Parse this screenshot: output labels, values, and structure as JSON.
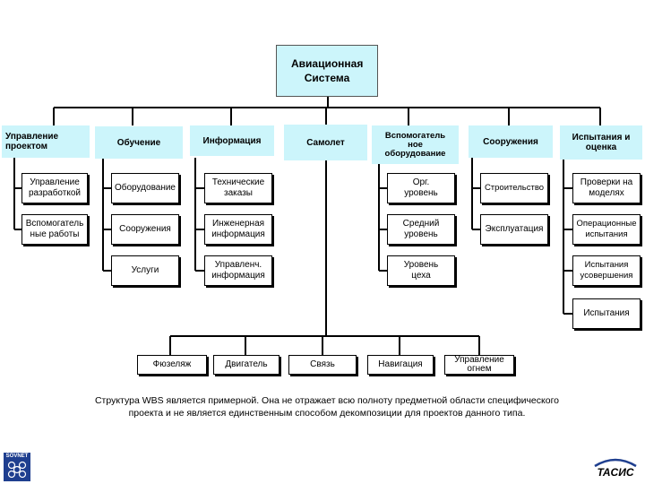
{
  "root": "Авиационная Система",
  "categories": [
    {
      "label": "Управление проектом",
      "children": [
        "Управление разработкой",
        "Вспомогатель ные работы"
      ]
    },
    {
      "label": "Обучение",
      "children": [
        "Оборудование",
        "Сооружения",
        "Услуги"
      ]
    },
    {
      "label": "Информация",
      "children": [
        "Технические заказы",
        "Инженерная информация",
        "Управленч. информация"
      ]
    },
    {
      "label": "Самолет",
      "children": [
        "Фюзеляж",
        "Двигатель",
        "Связь",
        "Навигация",
        "Управление огнем"
      ]
    },
    {
      "label": "Вспомогатель ное оборудование",
      "children": [
        "Орг. уровень",
        "Средний уровень",
        "Уровень цеха"
      ]
    },
    {
      "label": "Сооружения",
      "children": [
        "Строительство",
        "Эксплуатация"
      ]
    },
    {
      "label": "Испытания и оценка",
      "children": [
        "Проверки на моделях",
        "Операционные испытания",
        "Испытания усовершения",
        "Испытания"
      ]
    }
  ],
  "note": "Структура WBS является примерной. Она не отражает всю полноту предметной области специфического проекта и не является единственным способом декомпозиции для проектов данного типа.",
  "logos": {
    "left": "SOVNET",
    "right": "TACИС"
  },
  "colors": {
    "header_fill": "#ccf5fb",
    "line": "#000000",
    "logo_blue": "#1f3f8f"
  }
}
